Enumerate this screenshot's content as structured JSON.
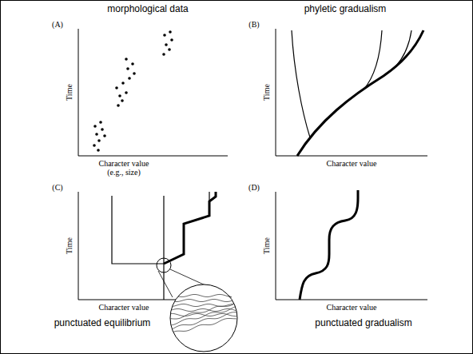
{
  "diagram": {
    "labels": [
      "morphological data",
      "phyletic gradualism",
      "(A)",
      "Time",
      "Character value (e.g., size)",
      "(B)",
      "Time",
      "Character value",
      "(C)",
      "Time",
      "Character value",
      "(D)",
      "Time",
      "Character value",
      "punctuated equilibrium",
      "punctuated gradualism"
    ]
  }
}
